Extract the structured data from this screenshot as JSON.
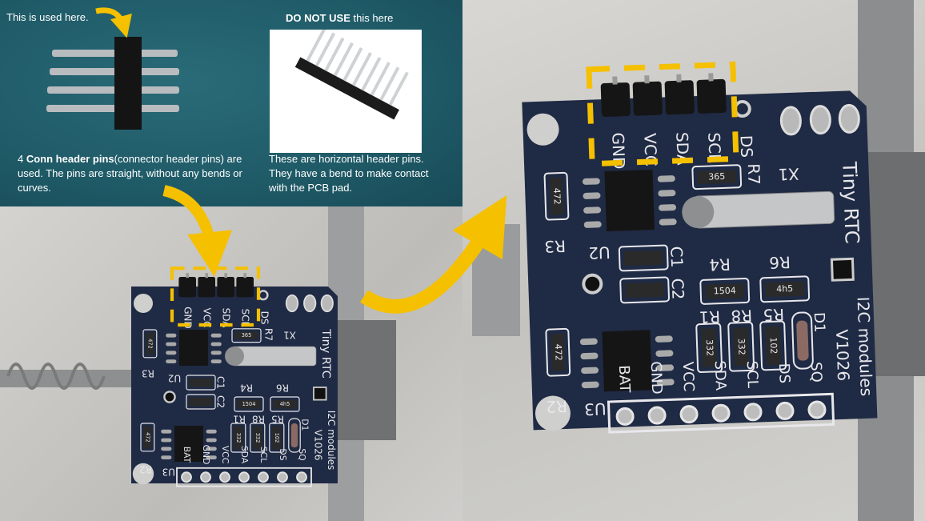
{
  "captions": {
    "used_here": "This is used here.",
    "do_not_use_bold": "DO NOT USE",
    "do_not_use_rest": " this here",
    "conn_prefix": "4 ",
    "conn_bold": "Conn header pins",
    "conn_rest": "(connector header pins) are used. The pins are straight, without any bends or curves.",
    "horizontal": "These are horizontal header pins. They have a bend to make contact with the PCB pad."
  },
  "board": {
    "top_pins": [
      "GND",
      "VCC",
      "SDA",
      "SCL"
    ],
    "top_extra": "DS",
    "title": "Tiny RTC",
    "module": "I2C modules",
    "version": "V1026",
    "bottom_pins": [
      "BAT",
      "GND",
      "VCC",
      "SDA",
      "SCL",
      "DS",
      "SQ"
    ],
    "refs": {
      "u2": "U2",
      "u3": "U3",
      "r1": "R1",
      "r2": "R2",
      "r3": "R3",
      "r4": "R4",
      "r5": "R5",
      "r6": "R6",
      "r7": "R7",
      "r8": "R8",
      "c1": "C1",
      "c2": "C2",
      "d1": "D1",
      "x1": "X1"
    },
    "values": {
      "r3": "472",
      "r2": "472",
      "r7": "365",
      "r4": "1504",
      "r6": "4h5",
      "r1": "332",
      "r8": "332",
      "r5": "102"
    }
  },
  "colors": {
    "accent": "#f5c000",
    "pcb": "#1f2a44",
    "teal": "#1f5a67"
  }
}
